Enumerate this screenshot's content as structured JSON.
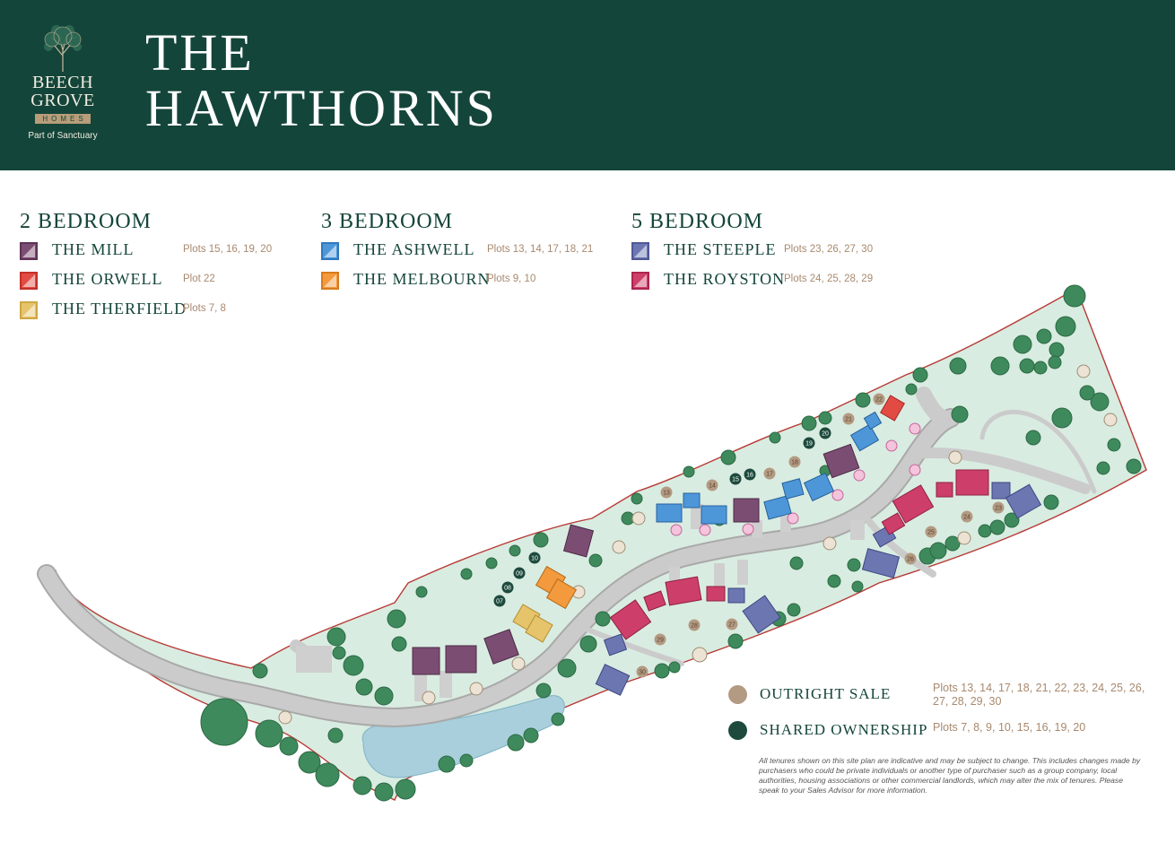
{
  "header": {
    "brand": "BEECH\nGROVE",
    "brand_sub": "HOMES",
    "tagline": "Part of Sanctuary",
    "title": "THE\nHAWTHORNS",
    "bg_color": "#14453a"
  },
  "legend": [
    {
      "heading": "2 BEDROOM",
      "items": [
        {
          "name": "THE MILL",
          "plots": "Plots 15, 16, 19, 20",
          "color": "#7c4d73"
        },
        {
          "name": "THE ORWELL",
          "plots": "Plot 22",
          "color": "#e24b43"
        },
        {
          "name": "THE THERFIELD",
          "plots": "Plots 7, 8",
          "color": "#e6c46c"
        }
      ]
    },
    {
      "heading": "3 BEDROOM",
      "items": [
        {
          "name": "THE ASHWELL",
          "plots": "Plots 13, 14, 17, 18, 21",
          "color": "#4d97d9"
        },
        {
          "name": "THE MELBOURN",
          "plots": "Plots 9, 10",
          "color": "#f29a3d"
        }
      ]
    },
    {
      "heading": "5 BEDROOM",
      "items": [
        {
          "name": "THE STEEPLE",
          "plots": "Plots 23, 26, 27, 30",
          "color": "#6c77b2"
        },
        {
          "name": "THE ROYSTON",
          "plots": "Plots 24, 25, 28, 29",
          "color": "#cd3f6a"
        }
      ]
    }
  ],
  "tenure": [
    {
      "label": "OUTRIGHT SALE",
      "plots": "Plots 13, 14, 17, 18, 21, 22, 23, 24, 25, 26, 27, 28, 29, 30",
      "color": "#b39a82"
    },
    {
      "label": "SHARED OWNERSHIP",
      "plots": "Plots 7, 8, 9, 10, 15, 16, 19, 20",
      "color": "#1d4a3d"
    }
  ],
  "disclaimer": "All tenures shown on this site plan are indicative and may be subject to change. This includes changes made by purchasers who could be private individuals or another type of purchaser such as a group company, local authorities, housing associations or other commercial landlords, which may alter the mix of tenures. Please speak to your Sales Advisor for more information.",
  "map": {
    "land_color": "#d9ece1",
    "road_color": "#c9c9c9",
    "pond_color": "#a9cfdc",
    "tree_color": "#3f8a5c",
    "boundary_color": "#b73a36",
    "plot_markers": [
      {
        "label": "07",
        "tenure": "shared"
      },
      {
        "label": "08",
        "tenure": "shared"
      },
      {
        "label": "09",
        "tenure": "shared"
      },
      {
        "label": "10",
        "tenure": "shared"
      },
      {
        "label": "13",
        "tenure": "sale"
      },
      {
        "label": "14",
        "tenure": "sale"
      },
      {
        "label": "15",
        "tenure": "shared"
      },
      {
        "label": "16",
        "tenure": "shared"
      },
      {
        "label": "17",
        "tenure": "sale"
      },
      {
        "label": "18",
        "tenure": "sale"
      },
      {
        "label": "19",
        "tenure": "shared"
      },
      {
        "label": "20",
        "tenure": "shared"
      },
      {
        "label": "21",
        "tenure": "sale"
      },
      {
        "label": "22",
        "tenure": "sale"
      },
      {
        "label": "23",
        "tenure": "sale"
      },
      {
        "label": "24",
        "tenure": "sale"
      },
      {
        "label": "25",
        "tenure": "sale"
      },
      {
        "label": "26",
        "tenure": "sale"
      },
      {
        "label": "27",
        "tenure": "sale"
      },
      {
        "label": "28",
        "tenure": "sale"
      },
      {
        "label": "29",
        "tenure": "sale"
      },
      {
        "label": "30",
        "tenure": "sale"
      }
    ]
  }
}
